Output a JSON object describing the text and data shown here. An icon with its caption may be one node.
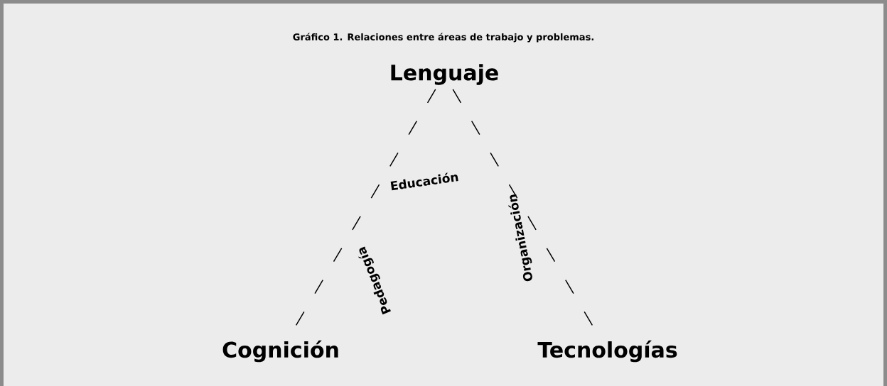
{
  "diagram": {
    "title": "Gráfico 1. Relaciones entre áreas de trabajo y problemas.",
    "nodes": [
      {
        "text": [
          "Lenguaje"
        ]
      },
      {
        "text": [
          "Cognición"
        ]
      },
      {
        "text": [
          "Tecnologías"
        ]
      }
    ],
    "edges": [
      {
        "from": 0,
        "to": 1,
        "arrow": "none",
        "style": "dashed"
      },
      {
        "from": 0,
        "to": 2,
        "arrow": "none",
        "style": "dashed"
      }
    ],
    "labels": [
      "Educación",
      "Pedagogía",
      "Organización"
    ]
  }
}
